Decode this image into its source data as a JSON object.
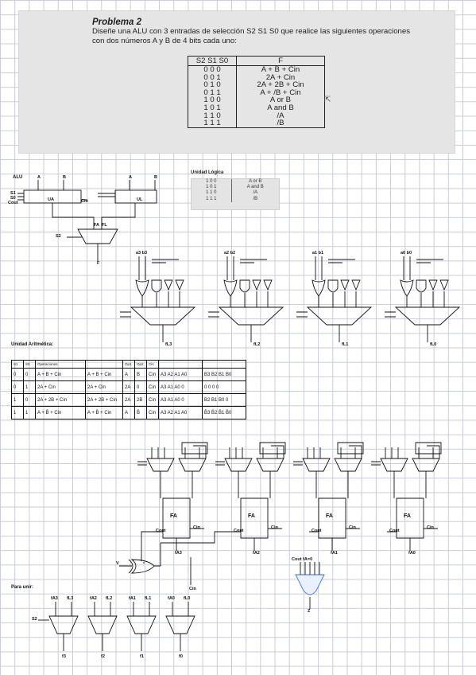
{
  "problem": {
    "title": "Problema 2",
    "description": "Diseñe una ALU con 3 entradas de selección S2 S1 S0 que realice las siguientes operaciones con dos números A y B de 4 bits cada uno:",
    "table_headers": [
      "S2 S1 S0",
      "F"
    ],
    "rows": [
      {
        "sel": "0 0 0",
        "op": "A + B + Cin"
      },
      {
        "sel": "0 0 1",
        "op": "2A + Cin"
      },
      {
        "sel": "0 1 0",
        "op": "2A + 2B + Cin"
      },
      {
        "sel": "0 1 1",
        "op": "A + /B + Cin"
      },
      {
        "sel": "1 0 0",
        "op": "A or B"
      },
      {
        "sel": "1 0 1",
        "op": "A and B"
      },
      {
        "sel": "1 1 0",
        "op": "/A"
      },
      {
        "sel": "1 1 1",
        "op": "/B"
      }
    ]
  },
  "logic_unit": {
    "label": "Unidad Lógica",
    "rows": [
      {
        "sel": "1 0 0",
        "op": "A or B"
      },
      {
        "sel": "1 0 1",
        "op": "A and B"
      },
      {
        "sel": "1 1 0",
        "op": "/A"
      },
      {
        "sel": "1 1 1",
        "op": "/B"
      }
    ]
  },
  "alu_sketch": {
    "label": "ALU",
    "inputs_left": [
      "S1",
      "S0",
      "Cout"
    ],
    "a": "A",
    "b": "B",
    "cin": "Cin",
    "ua": "UA",
    "ul": "UL",
    "s2": "S2",
    "mux_out": "F",
    "fa": "FA",
    "fl": "FL"
  },
  "logic_bits": [
    {
      "pair": "a3 b3",
      "out": "fL3"
    },
    {
      "pair": "a2 b2",
      "out": "fL2"
    },
    {
      "pair": "a1 b1",
      "out": "fL1"
    },
    {
      "pair": "a0 b0",
      "out": "fL0"
    }
  ],
  "arith": {
    "label": "Unidad Aritmética:",
    "headers": [
      "S1",
      "S0",
      "Operaciones",
      "",
      "Op1",
      "Op2",
      "Cin",
      "",
      ""
    ],
    "rows": [
      [
        "0",
        "0",
        "A + B + Cin",
        "A + B + Cin",
        "A",
        "B",
        "Cin",
        "A3 A2 A1 A0",
        "B3 B2 B1 B0"
      ],
      [
        "0",
        "1",
        "2A + Cin",
        "2A + Cin",
        "2A",
        "0",
        "Cin",
        "A3 A1 A0 0",
        "0 0 0 0"
      ],
      [
        "1",
        "0",
        "2A + 2B + Cin",
        "2A + 2B + Cin",
        "2A",
        "2B",
        "Cin",
        "A3 A1 A0 0",
        "B2 B1 B0 0"
      ],
      [
        "1",
        "1",
        "A + B̄ + Cin",
        "A + B̄ + Cin",
        "A",
        "B̄",
        "Cin",
        "A3 A2 A1 A0",
        "B̄3 B̄2 B̄1 B̄0"
      ]
    ]
  },
  "adder": {
    "fa": "FA",
    "cin": "Cin",
    "cout": "Cout",
    "v": "V",
    "outs": [
      "fA3",
      "fA2",
      "fA1",
      "fA0"
    ],
    "z_inputs": "Cout fA=0",
    "z": "Z"
  },
  "final_mux": {
    "label": "Para unir:",
    "sel": "S2",
    "pairs": [
      {
        "a": "fA3",
        "b": "fL3",
        "out": "f3"
      },
      {
        "a": "fA2",
        "b": "fL2",
        "out": "f2"
      },
      {
        "a": "fA1",
        "b": "fL1",
        "out": "f1"
      },
      {
        "a": "fA0",
        "b": "fL0",
        "out": "f0"
      }
    ]
  }
}
